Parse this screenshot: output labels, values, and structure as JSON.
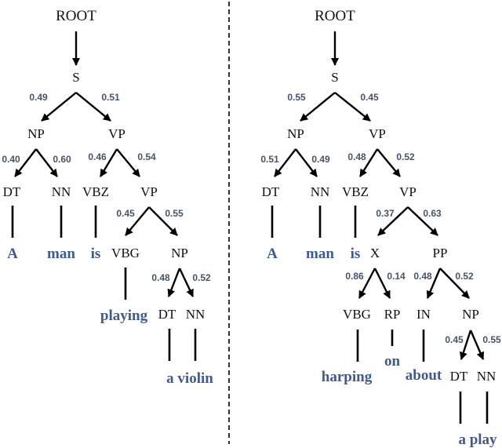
{
  "colors": {
    "word": "#3d5a98",
    "prob": "#44546a",
    "line": "#000000"
  },
  "left_tree": {
    "root": "ROOT",
    "s": "S",
    "probs": {
      "s_np": "0.49",
      "s_vp": "0.51",
      "np_dt": "0.40",
      "np_nn": "0.60",
      "vp_vbz": "0.46",
      "vp_vp": "0.54",
      "vp2_vbg": "0.45",
      "vp2_np": "0.55",
      "np2_dt": "0.48",
      "np2_nn": "0.52"
    },
    "nodes": {
      "np": "NP",
      "vp": "VP",
      "dt": "DT",
      "nn": "NN",
      "vbz": "VBZ",
      "vp2": "VP",
      "vbg": "VBG",
      "np2": "NP",
      "dt2": "DT",
      "nn2": "NN"
    },
    "words": {
      "a": "A",
      "man": "man",
      "is": "is",
      "playing": "playing",
      "a_violin": "a violin"
    }
  },
  "right_tree": {
    "root": "ROOT",
    "s": "S",
    "probs": {
      "s_np": "0.55",
      "s_vp": "0.45",
      "np_dt": "0.51",
      "np_nn": "0.49",
      "vp_vbz": "0.48",
      "vp_vp": "0.52",
      "vp2_x": "0.37",
      "vp2_pp": "0.63",
      "x_vbg": "0.86",
      "x_rp": "0.14",
      "pp_in": "0.48",
      "pp_np": "0.52",
      "np2_dt": "0.45",
      "np2_nn": "0.55"
    },
    "nodes": {
      "np": "NP",
      "vp": "VP",
      "dt": "DT",
      "nn": "NN",
      "vbz": "VBZ",
      "vp2": "VP",
      "x": "X",
      "pp": "PP",
      "vbg": "VBG",
      "rp": "RP",
      "in": "IN",
      "np2": "NP",
      "dt2": "DT",
      "nn2": "NN"
    },
    "words": {
      "a": "A",
      "man": "man",
      "is": "is",
      "harping": "harping",
      "on": "on",
      "about": "about",
      "a_play": "a play"
    }
  }
}
